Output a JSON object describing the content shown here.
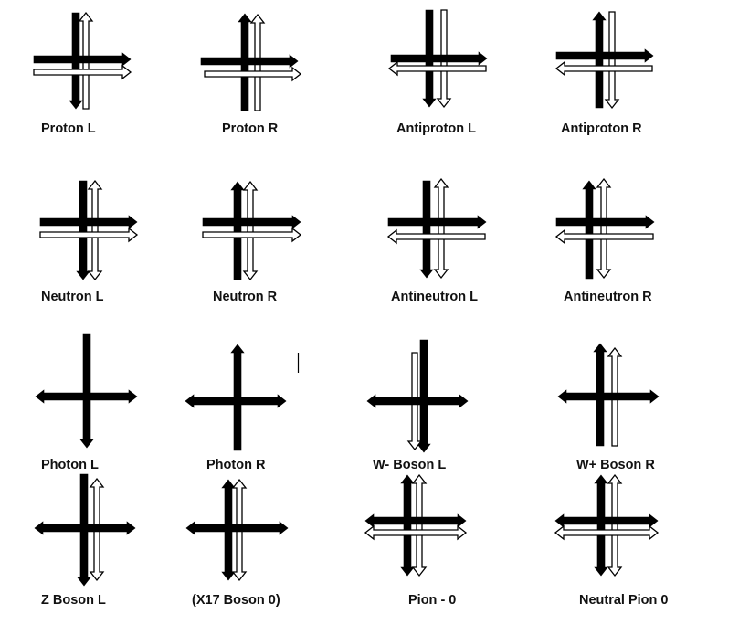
{
  "colors": {
    "solid": "#000000",
    "hollow_fill": "#ffffff",
    "stroke": "#000000"
  },
  "glyphs": [
    {
      "label": "Proton L",
      "arrows": [
        {
          "dir": "down",
          "style": "solid"
        },
        {
          "dir": "up",
          "style": "hollow"
        },
        {
          "dir": "right",
          "style": "solid"
        },
        {
          "dir": "right",
          "style": "hollow"
        }
      ]
    },
    {
      "label": "Proton R",
      "arrows": [
        {
          "dir": "up",
          "style": "solid"
        },
        {
          "dir": "up",
          "style": "hollow"
        },
        {
          "dir": "right",
          "style": "solid"
        },
        {
          "dir": "right",
          "style": "hollow"
        }
      ]
    },
    {
      "label": "Antiproton L",
      "arrows": [
        {
          "dir": "down",
          "style": "solid"
        },
        {
          "dir": "down",
          "style": "hollow"
        },
        {
          "dir": "right",
          "style": "solid"
        },
        {
          "dir": "left",
          "style": "hollow"
        }
      ]
    },
    {
      "label": "Antiproton R",
      "arrows": [
        {
          "dir": "up",
          "style": "solid"
        },
        {
          "dir": "down",
          "style": "hollow"
        },
        {
          "dir": "right",
          "style": "solid"
        },
        {
          "dir": "left",
          "style": "hollow"
        }
      ]
    },
    {
      "label": "Neutron L",
      "arrows": [
        {
          "dir": "down",
          "style": "solid"
        },
        {
          "dir": "both",
          "style": "hollow"
        },
        {
          "dir": "right",
          "style": "solid"
        },
        {
          "dir": "right",
          "style": "hollow"
        }
      ]
    },
    {
      "label": "Neutron R",
      "arrows": [
        {
          "dir": "up",
          "style": "solid"
        },
        {
          "dir": "both",
          "style": "hollow"
        },
        {
          "dir": "right",
          "style": "solid"
        },
        {
          "dir": "right",
          "style": "hollow"
        }
      ]
    },
    {
      "label": "Antineutron L",
      "arrows": [
        {
          "dir": "down",
          "style": "solid"
        },
        {
          "dir": "both",
          "style": "hollow"
        },
        {
          "dir": "right",
          "style": "solid"
        },
        {
          "dir": "left",
          "style": "hollow"
        }
      ]
    },
    {
      "label": "Antineutron R",
      "arrows": [
        {
          "dir": "up",
          "style": "solid"
        },
        {
          "dir": "both",
          "style": "hollow"
        },
        {
          "dir": "right",
          "style": "solid"
        },
        {
          "dir": "left",
          "style": "hollow"
        }
      ]
    },
    {
      "label": "Photon L",
      "arrows": [
        {
          "dir": "down",
          "style": "solid"
        },
        {
          "dir": "both",
          "style": "solid"
        }
      ]
    },
    {
      "label": "Photon R",
      "arrows": [
        {
          "dir": "up",
          "style": "solid"
        },
        {
          "dir": "both",
          "style": "solid"
        }
      ]
    },
    {
      "label": "W- Boson L",
      "arrows": [
        {
          "dir": "down",
          "style": "solid"
        },
        {
          "dir": "down",
          "style": "hollow"
        },
        {
          "dir": "both",
          "style": "solid"
        }
      ]
    },
    {
      "label": "W+ Boson R",
      "arrows": [
        {
          "dir": "up",
          "style": "solid"
        },
        {
          "dir": "up",
          "style": "hollow"
        },
        {
          "dir": "both",
          "style": "solid"
        }
      ]
    },
    {
      "label": "Z Boson L",
      "arrows": [
        {
          "dir": "down",
          "style": "solid"
        },
        {
          "dir": "both",
          "style": "hollow"
        },
        {
          "dir": "both",
          "style": "solid"
        }
      ]
    },
    {
      "label": "(X17 Boson 0)",
      "arrows": [
        {
          "dir": "both",
          "style": "solid"
        },
        {
          "dir": "both",
          "style": "hollow"
        },
        {
          "dir": "both",
          "style": "solid"
        }
      ]
    },
    {
      "label": "Pion - 0",
      "arrows": [
        {
          "dir": "both",
          "style": "solid"
        },
        {
          "dir": "both",
          "style": "hollow"
        },
        {
          "dir": "both",
          "style": "solid"
        },
        {
          "dir": "both",
          "style": "hollow"
        }
      ]
    },
    {
      "label": "Neutral Pion 0",
      "arrows": [
        {
          "dir": "both",
          "style": "solid"
        },
        {
          "dir": "both",
          "style": "hollow"
        },
        {
          "dir": "both",
          "style": "solid"
        },
        {
          "dir": "both",
          "style": "hollow"
        }
      ]
    }
  ]
}
